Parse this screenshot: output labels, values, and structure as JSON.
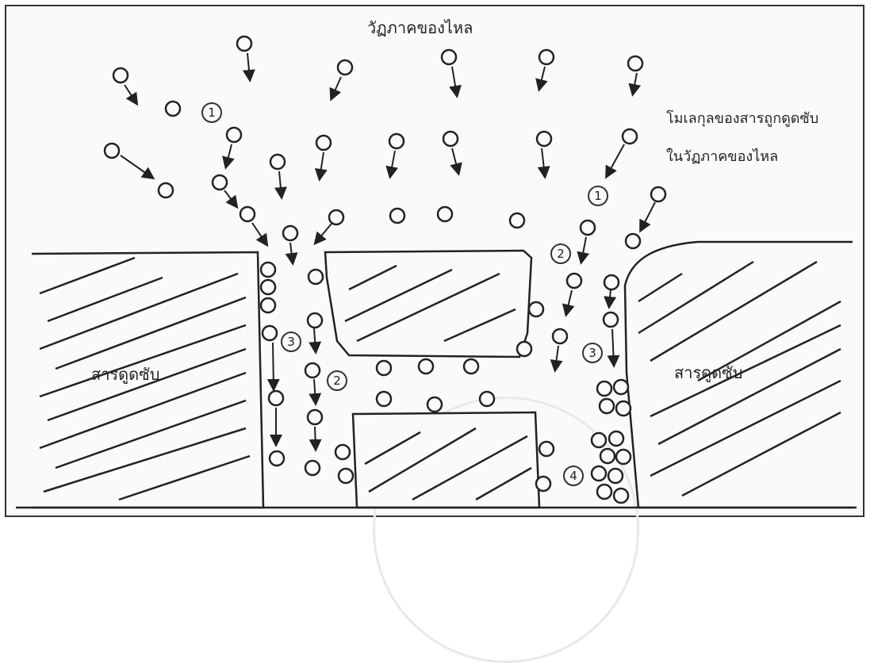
{
  "diagram": {
    "title": "วัฏภาคของไหล",
    "label_molecule_line1": "โมเลกุลของสารถูกดูดซับ",
    "label_molecule_line2": "ในวัฏภาคของไหล",
    "label_adsorbent_left": "สารดูดซับ",
    "label_adsorbent_right": "สารดูดซับ",
    "step_labels": [
      "1",
      "1",
      "2",
      "2",
      "3",
      "3",
      "4"
    ]
  }
}
